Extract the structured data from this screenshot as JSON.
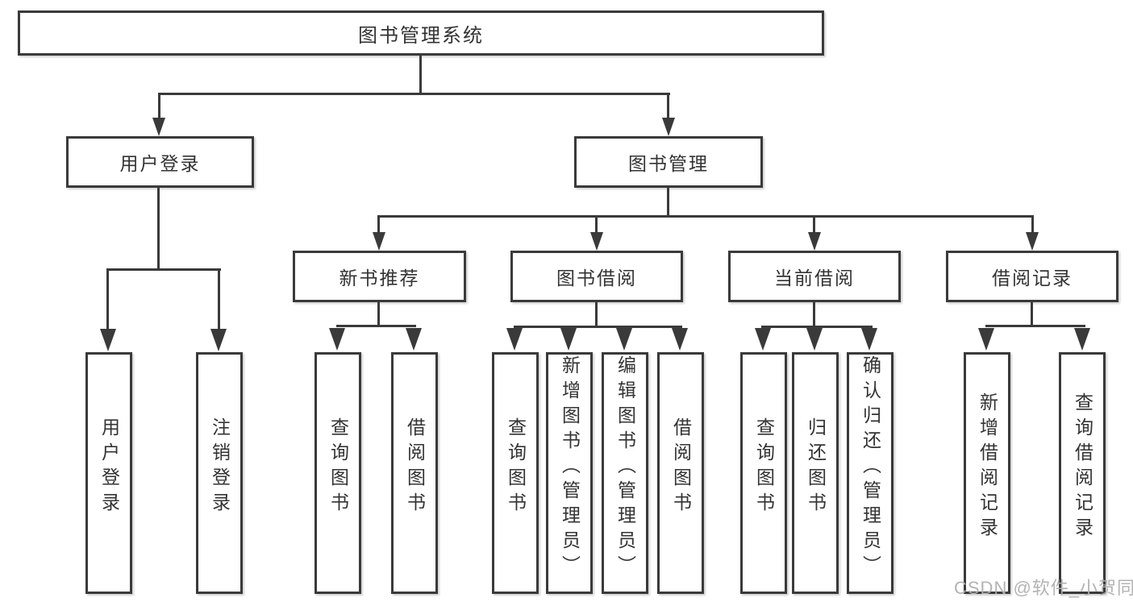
{
  "diagram_title": "图书管理系统",
  "tree": {
    "root": {
      "label": "图书管理系统",
      "children": [
        {
          "label": "用户登录",
          "children": [
            {
              "label": "用户登录"
            },
            {
              "label": "注销登录"
            }
          ]
        },
        {
          "label": "图书管理",
          "children": [
            {
              "label": "新书推荐",
              "children": [
                {
                  "label": "查询图书"
                },
                {
                  "label": "借阅图书"
                }
              ]
            },
            {
              "label": "图书借阅",
              "children": [
                {
                  "label": "查询图书"
                },
                {
                  "label": "新增图书（管理员）"
                },
                {
                  "label": "编辑图书（管理员）"
                },
                {
                  "label": "借阅图书"
                }
              ]
            },
            {
              "label": "当前借阅",
              "children": [
                {
                  "label": "查询图书"
                },
                {
                  "label": "归还图书"
                },
                {
                  "label": "确认归还（管理员）"
                }
              ]
            },
            {
              "label": "借阅记录",
              "children": [
                {
                  "label": "新增借阅记录"
                },
                {
                  "label": "查询借阅记录"
                }
              ]
            }
          ]
        }
      ]
    }
  },
  "watermark": "CSDN @软件_小贺同学",
  "colors": {
    "line": "#3a3a3a",
    "text": "#333333",
    "box_fill": "#ffffff",
    "watermark": "#afafaf",
    "background": "#ffffff"
  }
}
